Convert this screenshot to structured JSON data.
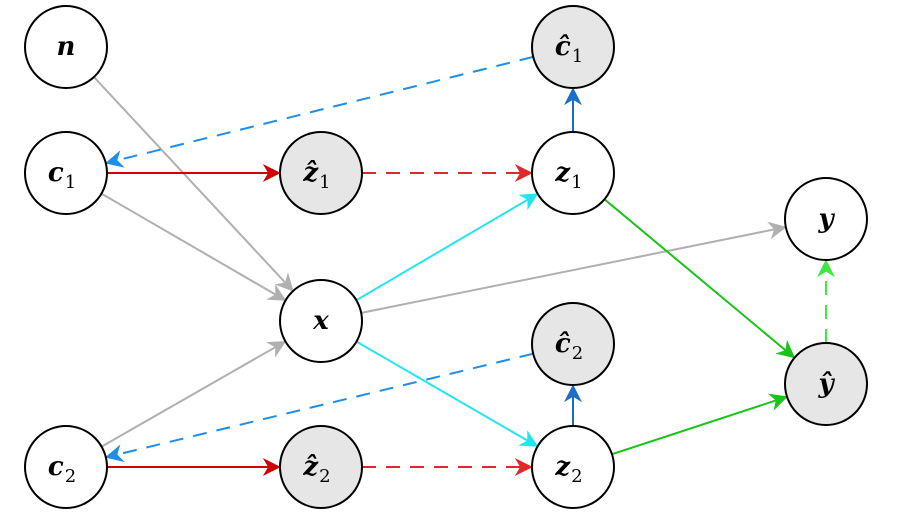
{
  "diagram": {
    "nodes": [
      {
        "id": "n",
        "label": "n",
        "sub": "",
        "shaded": false
      },
      {
        "id": "c1",
        "label": "c",
        "sub": "1",
        "shaded": false
      },
      {
        "id": "c2",
        "label": "c",
        "sub": "2",
        "shaded": false
      },
      {
        "id": "z1hat",
        "label": "ẑ",
        "sub": "1",
        "shaded": true
      },
      {
        "id": "z2hat",
        "label": "ẑ",
        "sub": "2",
        "shaded": true
      },
      {
        "id": "x",
        "label": "x",
        "sub": "",
        "shaded": false
      },
      {
        "id": "c1hat",
        "label": "ĉ",
        "sub": "1",
        "shaded": true
      },
      {
        "id": "c2hat",
        "label": "ĉ",
        "sub": "2",
        "shaded": true
      },
      {
        "id": "z1",
        "label": "z",
        "sub": "1",
        "shaded": false
      },
      {
        "id": "z2",
        "label": "z",
        "sub": "2",
        "shaded": false
      },
      {
        "id": "y",
        "label": "y",
        "sub": "",
        "shaded": false
      },
      {
        "id": "yhat",
        "label": "ŷ",
        "sub": "",
        "shaded": true
      }
    ],
    "edges": [
      {
        "from": "n",
        "to": "x",
        "color": "#b0b0b0",
        "dashed": false
      },
      {
        "from": "c1",
        "to": "x",
        "color": "#b0b0b0",
        "dashed": false
      },
      {
        "from": "c2",
        "to": "x",
        "color": "#b0b0b0",
        "dashed": false
      },
      {
        "from": "x",
        "to": "y",
        "color": "#b0b0b0",
        "dashed": false
      },
      {
        "from": "c1",
        "to": "z1hat",
        "color": "#d00000",
        "dashed": false
      },
      {
        "from": "c2",
        "to": "z2hat",
        "color": "#d00000",
        "dashed": false
      },
      {
        "from": "z1hat",
        "to": "z1",
        "color": "#e0282a",
        "dashed": true
      },
      {
        "from": "z2hat",
        "to": "z2",
        "color": "#e0282a",
        "dashed": true
      },
      {
        "from": "x",
        "to": "z1",
        "color": "#22e6ee",
        "dashed": false
      },
      {
        "from": "x",
        "to": "z2",
        "color": "#22e6ee",
        "dashed": false
      },
      {
        "from": "z1",
        "to": "c1hat",
        "color": "#1a6ec8",
        "dashed": false
      },
      {
        "from": "z2",
        "to": "c2hat",
        "color": "#1a6ec8",
        "dashed": false
      },
      {
        "from": "c1hat",
        "to": "c1",
        "color": "#1e8ee8",
        "dashed": true
      },
      {
        "from": "c2hat",
        "to": "c2",
        "color": "#1e8ee8",
        "dashed": true
      },
      {
        "from": "z1",
        "to": "yhat",
        "color": "#18c418",
        "dashed": false
      },
      {
        "from": "z2",
        "to": "yhat",
        "color": "#18c418",
        "dashed": false
      },
      {
        "from": "yhat",
        "to": "y",
        "color": "#3ee83e",
        "dashed": true
      }
    ],
    "colors": {
      "node_fill": "#ffffff",
      "node_fill_shaded": "#e6e6e6",
      "node_stroke": "#000000"
    }
  }
}
